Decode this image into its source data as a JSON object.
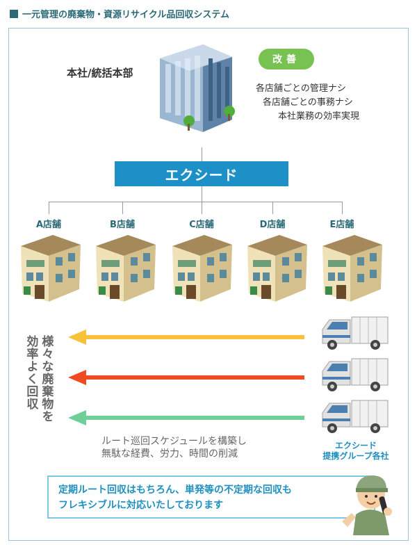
{
  "heading": "一元管理の廃棄物・資源リサイクル品回収システム",
  "hq_label": "本社/統括本部",
  "improvement": {
    "badge": "改善",
    "lines": [
      "各店舗ごとの管理ナシ",
      "各店舗ごとの事務ナシ",
      "本社業務の効率実現"
    ]
  },
  "company": "エクシード",
  "stores": [
    "A店舗",
    "B店舗",
    "C店舗",
    "D店舗",
    "E店舗"
  ],
  "arrow_colors": [
    "#f7c23a",
    "#ee4b22",
    "#6fcf99"
  ],
  "side_text": [
    "様々な廃棄物を",
    "効率よく回収"
  ],
  "route_text": [
    "ルート巡回スケジュールを構築し",
    "無駄な経費、労力、時間の削減"
  ],
  "partner": [
    "エクシード",
    "提携グループ各社"
  ],
  "notice": [
    "定期ルート回収はもちろん、単発等の不定期な回収も",
    "フレキシブルに対応いたしております"
  ]
}
